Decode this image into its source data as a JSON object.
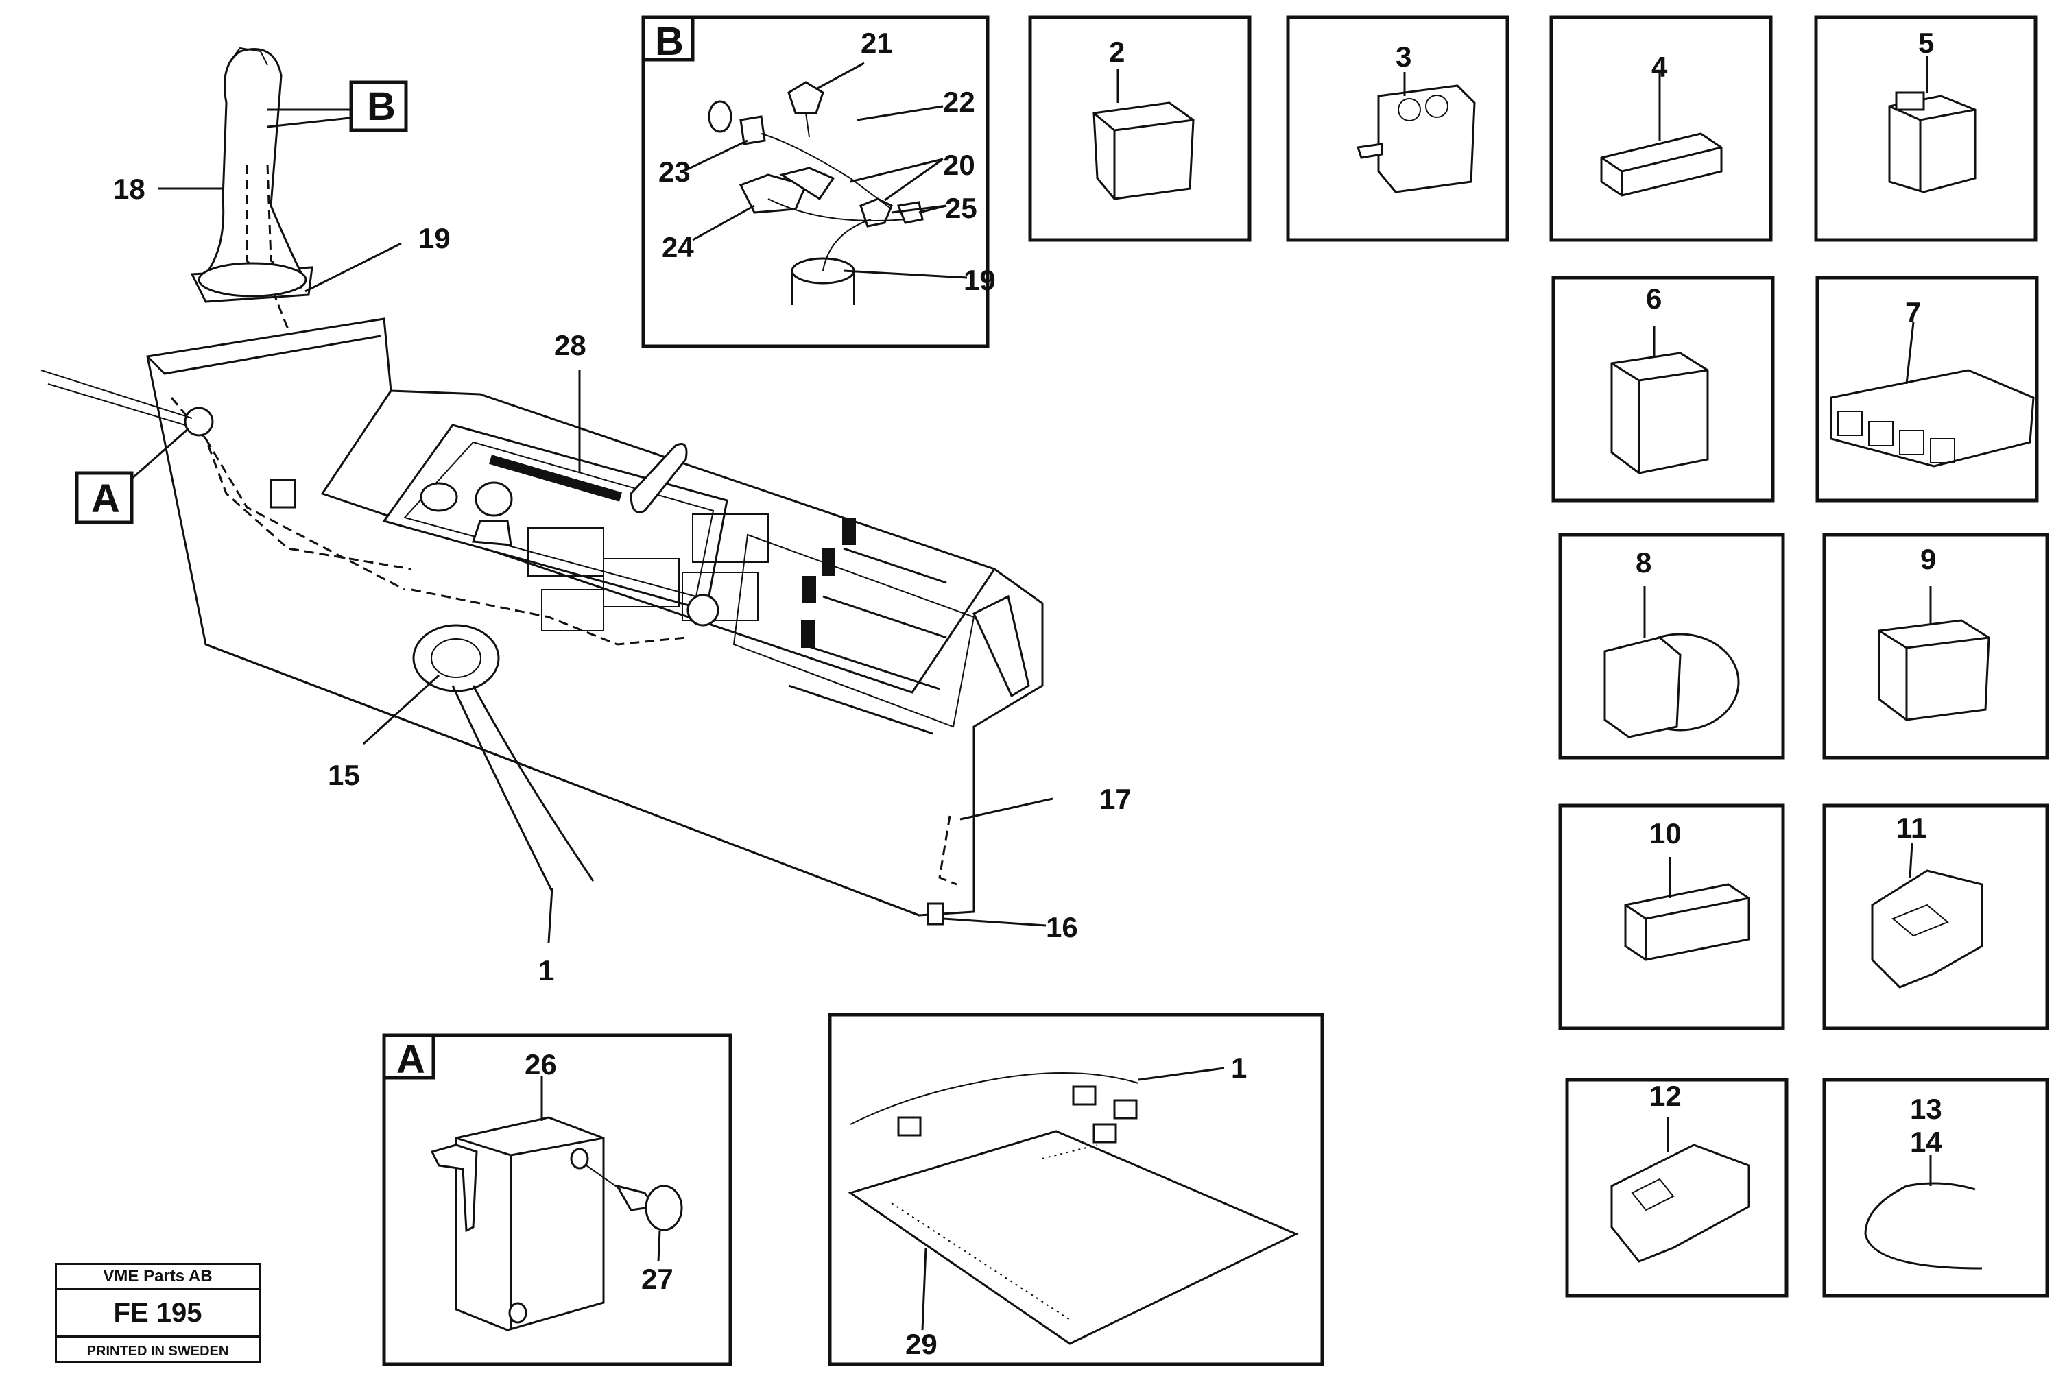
{
  "title_block": {
    "company": "VME Parts AB",
    "figure": "FE 195",
    "footer": "PRINTED IN SWEDEN"
  },
  "detail_tags": {
    "a": "A",
    "b": "B"
  },
  "callouts": {
    "n1": "1",
    "n1b": "1",
    "n2": "2",
    "n3": "3",
    "n4": "4",
    "n5": "5",
    "n6": "6",
    "n7": "7",
    "n8": "8",
    "n9": "9",
    "n10": "10",
    "n11": "11",
    "n12": "12",
    "n13": "13",
    "n14": "14",
    "n15": "15",
    "n16": "16",
    "n17": "17",
    "n18": "18",
    "n19": "19",
    "n19b": "19",
    "n20": "20",
    "n21": "21",
    "n22": "22",
    "n23": "23",
    "n24": "24",
    "n25": "25",
    "n26": "26",
    "n27": "27",
    "n28": "28",
    "n29": "29"
  }
}
